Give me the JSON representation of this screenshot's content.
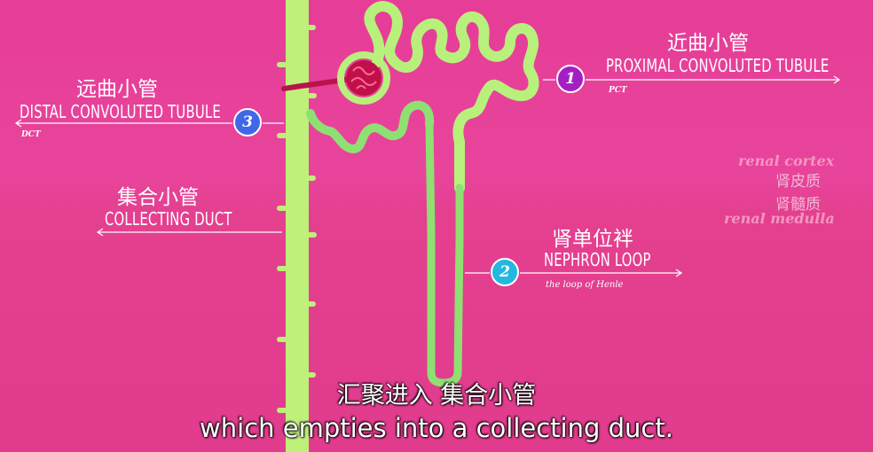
{
  "labels": {
    "pct": {
      "number": "1",
      "zh": "近曲小管",
      "en": "PROXIMAL CONVOLUTED TUBULE",
      "abbr": "PCT"
    },
    "loop": {
      "number": "2",
      "zh": "肾单位袢",
      "en": "NEPHRON LOOP",
      "sub": "the loop of Henle"
    },
    "dct": {
      "number": "3",
      "zh": "远曲小管",
      "en": "DISTAL CONVOLUTED TUBULE",
      "abbr": "DCT"
    },
    "collecting": {
      "zh": "集合小管",
      "en": "COLLECTING DUCT"
    }
  },
  "zones": {
    "cortex_en": "renal cortex",
    "cortex_zh": "肾皮质",
    "medulla_zh": "肾髓质",
    "medulla_en": "renal medulla"
  },
  "subtitles": {
    "zh": "汇聚进入 集合小管",
    "en": "which empties into a collecting duct."
  },
  "colors": {
    "background": "#e8449c",
    "tubule": "#b5f07a",
    "tubule_dark": "#7fdc6b",
    "badge_pct": "#a31fc4",
    "badge_loop": "#22b8e0",
    "badge_dct": "#3f67e8",
    "glomerulus": "#c0104a"
  }
}
